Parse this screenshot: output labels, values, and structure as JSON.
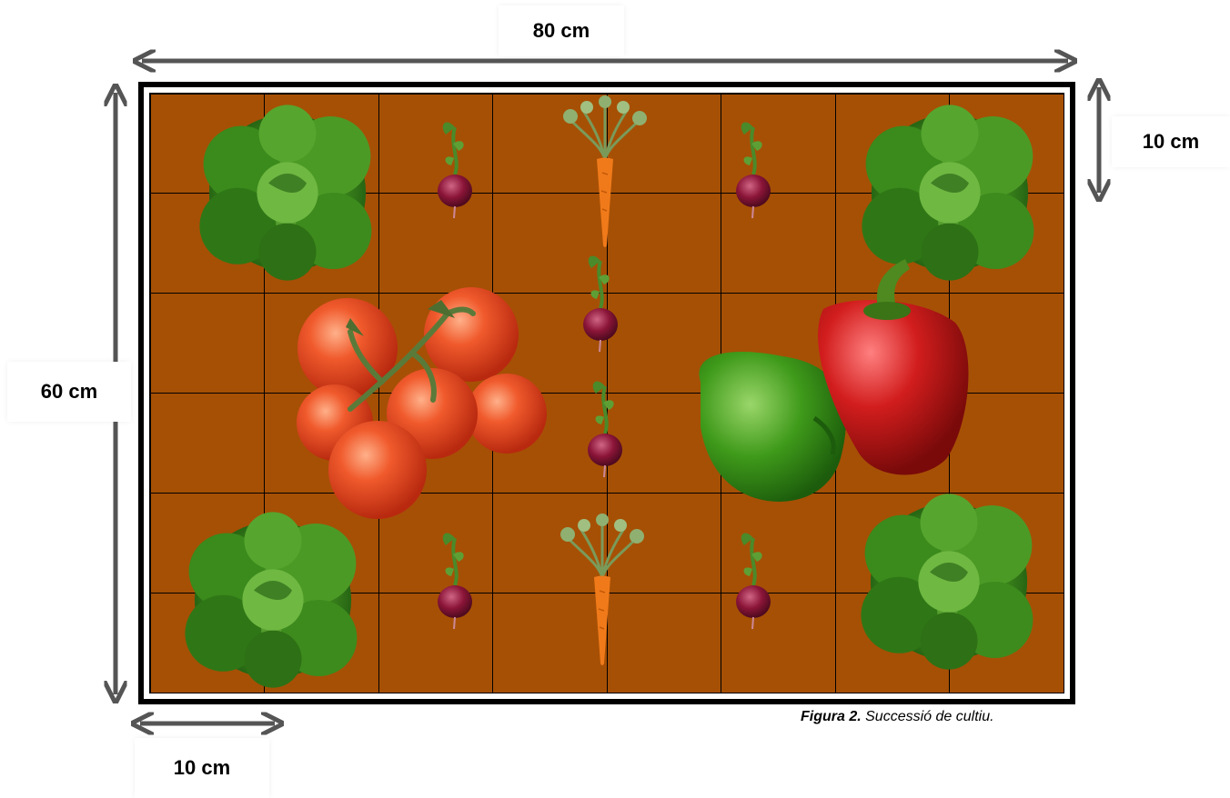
{
  "dimensions": {
    "width_label": "80 cm",
    "height_label": "60 cm",
    "cell_height_label": "10 cm",
    "cell_width_label": "10 cm"
  },
  "caption": {
    "prefix": "Figura 2.",
    "text": " Successió de cultiu."
  },
  "grid": {
    "columns": 8,
    "rows": 6
  },
  "colors": {
    "soil": "#a65005",
    "lettuce": "#3f8a1e",
    "tomato": "#e8421f",
    "green_pepper": "#3f9a1a",
    "red_pepper": "#d21d1d",
    "radish": "#8b1538",
    "carrot": "#f07a1a"
  },
  "plants": [
    {
      "name": "lettuce-top-left",
      "icon": "lettuce-icon"
    },
    {
      "name": "radish-top-1",
      "icon": "radish-icon"
    },
    {
      "name": "carrot-top",
      "icon": "carrot-icon"
    },
    {
      "name": "radish-top-2",
      "icon": "radish-icon"
    },
    {
      "name": "lettuce-top-right",
      "icon": "lettuce-icon"
    },
    {
      "name": "tomato-cluster",
      "icon": "tomato-icon"
    },
    {
      "name": "radish-middle-1",
      "icon": "radish-icon"
    },
    {
      "name": "radish-middle-2",
      "icon": "radish-icon"
    },
    {
      "name": "pepper-pair",
      "icon": "pepper-icon"
    },
    {
      "name": "lettuce-bottom-left",
      "icon": "lettuce-icon"
    },
    {
      "name": "radish-bottom-1",
      "icon": "radish-icon"
    },
    {
      "name": "carrot-bottom",
      "icon": "carrot-icon"
    },
    {
      "name": "radish-bottom-2",
      "icon": "radish-icon"
    },
    {
      "name": "lettuce-bottom-right",
      "icon": "lettuce-icon"
    }
  ]
}
